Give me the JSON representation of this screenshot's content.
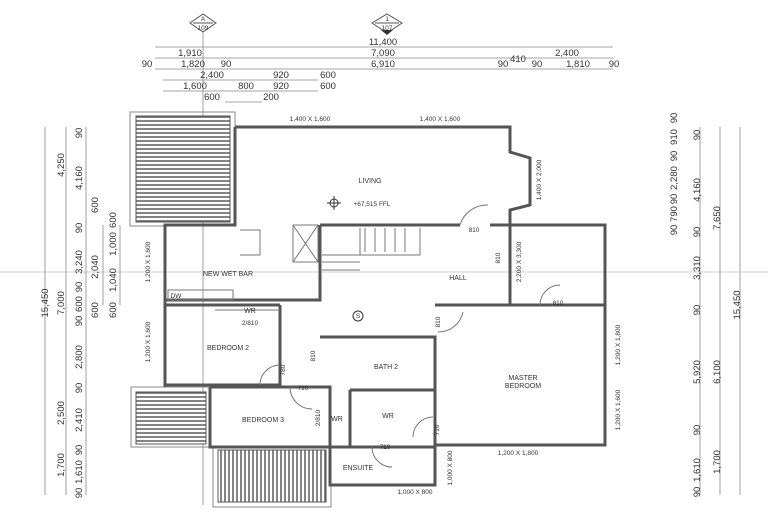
{
  "markers": [
    {
      "top": "A",
      "bottom": "109"
    },
    {
      "top": "1",
      "bottom": "107"
    }
  ],
  "top_dims": [
    "11,400",
    "1,910",
    "7,090",
    "2,400",
    "410",
    "90",
    "1,820",
    "90",
    "6,910",
    "90",
    "90",
    "1,810",
    "90",
    "2,400",
    "920",
    "600",
    "1,600",
    "800",
    "920",
    "600",
    "600",
    "200"
  ],
  "left_dims": [
    "15,450",
    "4,250",
    "7,000",
    "2,500",
    "1,700",
    "90",
    "4,160",
    "90",
    "3,240",
    "90",
    "600",
    "90",
    "2,800",
    "90",
    "2,410",
    "90",
    "1,610",
    "90",
    "600",
    "2,040",
    "600",
    "600",
    "1,000",
    "1,040",
    "600"
  ],
  "right_dims": [
    "90",
    "910",
    "90",
    "2,280",
    "90",
    "790",
    "90",
    "90",
    "4,160",
    "90",
    "3,310",
    "90",
    "5,920",
    "90",
    "1,610",
    "90",
    "7,650",
    "6,100",
    "1,700",
    "15,450"
  ],
  "rooms": [
    "LIVING",
    "NEW WET BAR",
    "HALL",
    "BEDROOM 2",
    "BATH 2",
    "MASTER",
    "BEDROOM",
    "BEDROOM 3",
    "WR",
    "WR",
    "WR",
    "ENSUITE"
  ],
  "level": "+67,515 FFL",
  "annotations": [
    "1,400 X 1,600",
    "1,400 X 1,600",
    "1,400 X 2,000",
    "810",
    "810",
    "2,200 X 3,300",
    "810",
    "1,200 X 1,600",
    "DW",
    "2/810",
    "1,200 X 1,600",
    "780",
    "810",
    "810",
    "1,200 X 1,800",
    "1,200 X 1,600",
    "710",
    "2/810",
    "710",
    "710",
    "1,200 X 1,800",
    "1,000 X 800",
    "1,000 X 800"
  ],
  "colors": {
    "wall": "#555555",
    "line": "#888888",
    "hatch": "#777777"
  }
}
